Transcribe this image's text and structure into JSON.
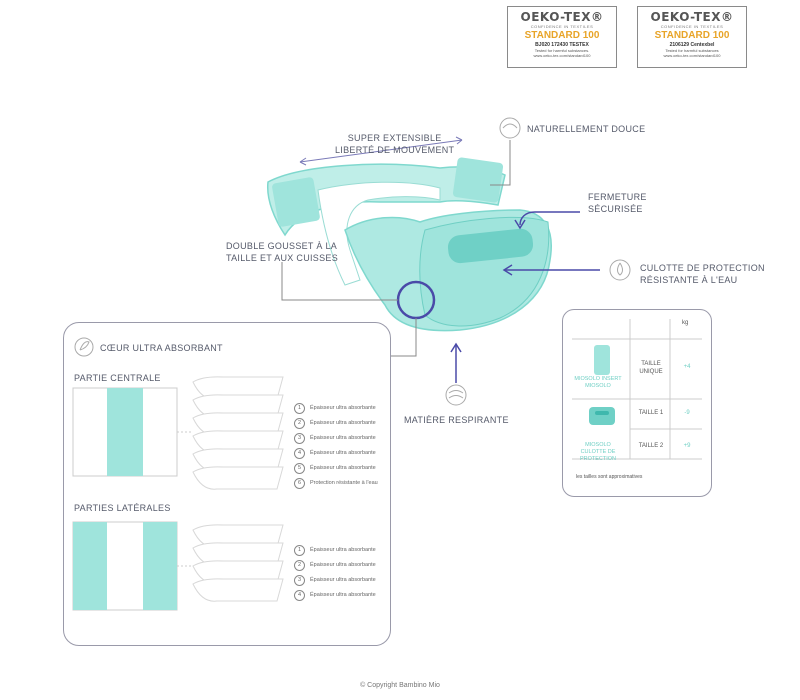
{
  "certificates": [
    {
      "brand": "OEKO-TEX®",
      "tagline": "CONFIDENCE IN TEXTILES",
      "standard": "STANDARD 100",
      "number": "BJ020 172430 TESTEX",
      "note": "Tested for harmful substances.",
      "url": "www.oeko-tex.com/standard100"
    },
    {
      "brand": "OEKO-TEX®",
      "tagline": "CONFIDENCE IN TEXTILES",
      "standard": "STANDARD 100",
      "number": "2106129 Centexbel",
      "note": "Tested for harmful substances",
      "url": "www.oeko-tex.com/standard100"
    }
  ],
  "callouts": {
    "stretch": [
      "SUPER EXTENSIBLE",
      "LIBERTÉ DE MOUVEMENT"
    ],
    "soft": "NATURELLEMENT DOUCE",
    "closure": [
      "FERMETURE",
      "SÉCURISÉE"
    ],
    "gusset": [
      "DOUBLE GOUSSET À LA",
      "TAILLE ET AUX CUISSES"
    ],
    "waterproof": [
      "CULOTTE DE PROTECTION",
      "RÉSISTANTE À L'EAU"
    ],
    "breathable": "MATIÈRE RESPIRANTE"
  },
  "core": {
    "title": "CŒUR ULTRA ABSORBANT",
    "center_title": "PARTIE CENTRALE",
    "center_layers": [
      "Épaisseur ultra absorbante",
      "Épaisseur ultra absorbante",
      "Épaisseur ultra absorbante",
      "Épaisseur ultra absorbante",
      "Épaisseur ultra absorbante",
      "Protection résistante à l'eau"
    ],
    "side_title": "PARTIES LATÉRALES",
    "side_layers": [
      "Épaisseur ultra absorbante",
      "Épaisseur ultra absorbante",
      "Épaisseur ultra absorbante",
      "Épaisseur ultra absorbante"
    ],
    "numbers_center": [
      "1",
      "2",
      "3",
      "4",
      "5",
      "6"
    ],
    "numbers_side": [
      "1",
      "2",
      "3",
      "4"
    ]
  },
  "sizes": {
    "unit": "kg",
    "rows": [
      {
        "product": "MIOSOLO INSERT MIOSOLO",
        "size": "TAILLE UNIQUE",
        "weight": "+4"
      },
      {
        "product": "MIOSOLO CULOTTE DE PROTECTION",
        "size": "TAILLE 1",
        "weight": "-9"
      },
      {
        "product": "",
        "size": "TAILLE 2",
        "weight": "+9"
      }
    ],
    "footnote": "les tailles sont approximatives"
  },
  "copyright": "© Copyright Bambino Mio",
  "colors": {
    "mint": "#9ee3dc",
    "mint_dark": "#5fcfc4",
    "text": "#555a6a",
    "purple": "#4a4aa8"
  }
}
